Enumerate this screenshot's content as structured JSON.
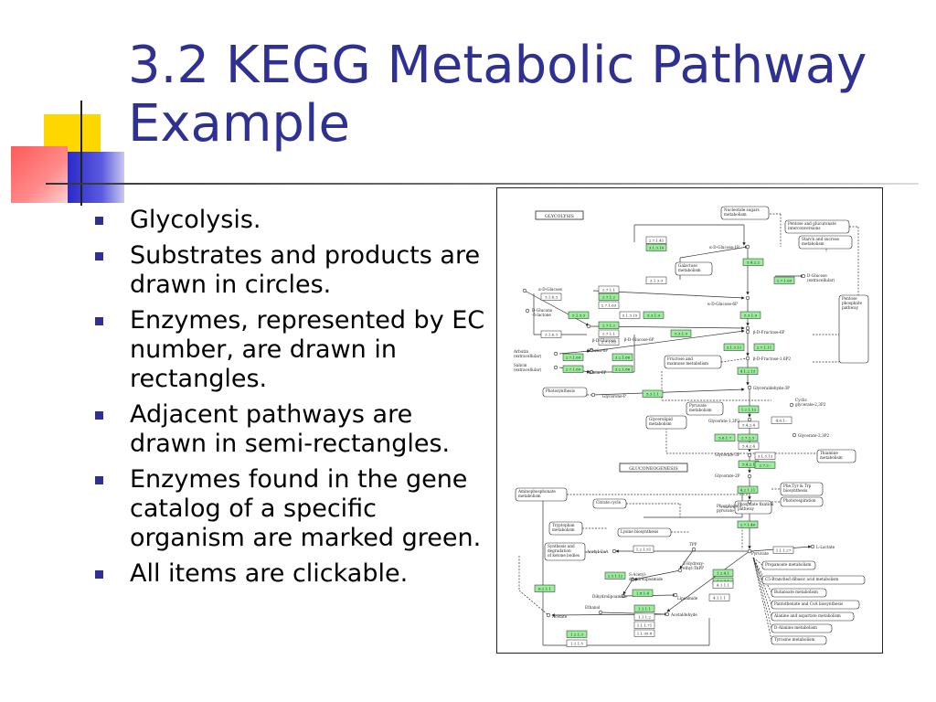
{
  "slide": {
    "title_line1": "3.2 KEGG Metabolic Pathway",
    "title_line2": "Example",
    "bullets": [
      "Glycolysis.",
      "Substrates and products are drawn in circles.",
      "Enzymes, represented by EC number, are drawn in rectangles.",
      "Adjacent pathways are drawn in semi-rectangles.",
      "Enzymes found in the gene catalog of a specific organism are marked green.",
      "All items are clickable."
    ]
  },
  "colors": {
    "title": "#2e3192",
    "bullet": "#2e3192",
    "enzyme_green": "#99ee99",
    "deco_yellow": "#ffd700",
    "deco_red": "#ff5a5a",
    "deco_blue": "#3a3ad0"
  },
  "diagram": {
    "title_glycolysis": "GLYCOLYSIS",
    "title_gluconeogenesis": "GLUCONEOGENESIS",
    "pathway_boxes": {
      "nucleotide_sugars": [
        "Nucleotide sugars",
        "metabolism"
      ],
      "pentose_interconv": [
        "Pentose and glucuronate",
        "interconversions"
      ],
      "starch_sucrose": [
        "Starch and sucrose",
        "metabolism"
      ],
      "galactose": [
        "Galactose",
        "metabolism"
      ],
      "fructose_mannose": [
        "Fructose and",
        "mannose metabolism"
      ],
      "pentose_phosphate": [
        "Pentose",
        "phosphate",
        "pathway"
      ],
      "photosynthesis": "Photosynthesis",
      "pyruvate_met": [
        "Pyruvate",
        "metabolism"
      ],
      "glycerolipid": [
        "Glycerolipid",
        "metabolism"
      ],
      "thiamine": [
        "Thiamine",
        "metabolism"
      ],
      "aminophosphonate": [
        "Aminophosphonate",
        "metabolism"
      ],
      "citrate_cycle": "Citrate cycle",
      "phe_tyr_trp": [
        "Phe,Tyr & Trp",
        "biosynthesis"
      ],
      "photorespiration": "Photorespiration",
      "tryptophan": [
        "Tryptophan",
        "metabolism"
      ],
      "lysine": "Lysine biosynthesis",
      "synthesis_ketone": [
        "Synthesis and",
        "degradation",
        "of ketone bodies"
      ],
      "propanoate": "Propanoate metabolism",
      "c5_branched": "C5-Branched dibasic acid metabolism",
      "butanoate": "Butanoate metabolism",
      "pantothenate": "Pantothenate and CoA biosynthesis",
      "alanine_aspartate": "Alanine and aspartate metabolism",
      "d_alanine": "D-Alanine metabolism",
      "tyrosine": "Tyrosine metabolism",
      "phosphate_fixation": [
        "Phosphate fixation",
        "pathway"
      ]
    },
    "compounds": {
      "a_d_glucose_1p": "α-D-Glucose-1P",
      "a_d_glucose": "α-D-Glucose",
      "b_d_glucose": "β-D-Glucose",
      "d_glucose_outside": [
        "D-Glucose",
        "(extracellular)"
      ],
      "d_glucose_6lactone": [
        "D-Glucono",
        "-δ-lactone"
      ],
      "a_d_glucose_6p": "α-D-Glucose-6P",
      "b_d_glucose_6p": "β-D-Glucose-6P",
      "b_d_fructose_6p": "β-D-Fructose-6P",
      "b_d_fructose_16p2": "β-D-Fructose-1,6P2",
      "arbutin_6p": "Arbutin-6P",
      "salicin_6p": "Salicin-6P",
      "arbutin": [
        "Arbutin",
        "(extracellular)"
      ],
      "salicin": [
        "Salicin",
        "(extracellular)"
      ],
      "glycerone_p": "Glycerone-P",
      "glyceraldehyde_3p": "Glyceraldehyde-3P",
      "cyclic_glycerate": [
        "Cyclic",
        "glycerate-2,3P2"
      ],
      "glycerate_13p2": "Glycerate-1,3P2",
      "glycerate_23p2": "Glycerate-2,3P2",
      "glycerate_3p": "Glycerate-3P",
      "glycerate_2p": "Glycerate-2P",
      "pep": [
        "Phosphoenol-",
        "pyruvate"
      ],
      "pyruvate": "Pyruvate",
      "acetyl_coa": "Acetyl-CoA",
      "l_lactate": "L-Lactate",
      "tpp": "TPP",
      "hydroxyethyl_tpp": [
        "2-Hydroxy-",
        "ethyl-ThPP"
      ],
      "s_acetyl_dihydro": [
        "S-Acetyl-",
        "dihydrolipoamide"
      ],
      "dihydrolipoamide": "Dihydrolipoamide",
      "lipoamide": "Lipoamide",
      "ethanol": "Ethanol",
      "acetate": "Acetate",
      "acetaldehyde": "Acetaldehyde"
    },
    "enzymes": [
      {
        "ec": "2.7.1.41",
        "green": false
      },
      {
        "ec": "3.1.3.10",
        "green": true
      },
      {
        "ec": "5.4.2.2",
        "green": true
      },
      {
        "ec": "2.7.1.69",
        "green": true
      },
      {
        "ec": "3.1.3.9",
        "green": false
      },
      {
        "ec": "3.1.6.3",
        "green": false
      },
      {
        "ec": "2.7.1.1",
        "green": false
      },
      {
        "ec": "2.7.1.2",
        "green": true
      },
      {
        "ec": "2.7.1.63",
        "green": false
      },
      {
        "ec": "5.1.3.3",
        "green": true
      },
      {
        "ec": "5.1.3.15",
        "green": false
      },
      {
        "ec": "5.3.1.9",
        "green": true
      },
      {
        "ec": "5.3.1.9",
        "green": true
      },
      {
        "ec": "5.3.1.9",
        "green": true
      },
      {
        "ec": "3.1.6.3",
        "green": false
      },
      {
        "ec": "2.7.1.2",
        "green": true
      },
      {
        "ec": "2.7.1.1",
        "green": false
      },
      {
        "ec": "2.7.1.63",
        "green": false
      },
      {
        "ec": "2.7.1.69",
        "green": true
      },
      {
        "ec": "3.2.1.86",
        "green": true
      },
      {
        "ec": "2.7.1.69",
        "green": true
      },
      {
        "ec": "3.2.1.86",
        "green": true
      },
      {
        "ec": "3.1.3.11",
        "green": true
      },
      {
        "ec": "2.7.1.11",
        "green": true
      },
      {
        "ec": "4.1.2.13",
        "green": true
      },
      {
        "ec": "5.3.1.1",
        "green": true
      },
      {
        "ec": "1.2.1.12",
        "green": true
      },
      {
        "ec": "5.4.2.4",
        "green": false
      },
      {
        "ec": "4.6.1.-",
        "green": false
      },
      {
        "ec": "3.6.1.7",
        "green": true
      },
      {
        "ec": "2.7.2.3",
        "green": true
      },
      {
        "ec": "5.4.2.4",
        "green": false
      },
      {
        "ec": "3.1.3.13",
        "green": false
      },
      {
        "ec": "5.4.2.1",
        "green": true
      },
      {
        "ec": "2.7.2.-",
        "green": true
      },
      {
        "ec": "4.2.1.11",
        "green": true
      },
      {
        "ec": "2.7.1.40",
        "green": true
      },
      {
        "ec": "1.1.1.27",
        "green": false
      },
      {
        "ec": "1.2.1.51",
        "green": false
      },
      {
        "ec": "2.3.1.12",
        "green": true
      },
      {
        "ec": "1.2.4.1",
        "green": true
      },
      {
        "ec": "1.2.4.1",
        "green": true
      },
      {
        "ec": "4.1.1.1",
        "green": false
      },
      {
        "ec": "1.8.1.4",
        "green": true
      },
      {
        "ec": "4.1.1.1",
        "green": false
      },
      {
        "ec": "6.2.1.1",
        "green": true
      },
      {
        "ec": "1.1.1.1",
        "green": true
      },
      {
        "ec": "1.1.1.2",
        "green": false
      },
      {
        "ec": "1.1.1.71",
        "green": false
      },
      {
        "ec": "1.1.99.8",
        "green": false
      },
      {
        "ec": "1.2.1.3",
        "green": true
      },
      {
        "ec": "1.2.1.5",
        "green": false
      }
    ]
  }
}
